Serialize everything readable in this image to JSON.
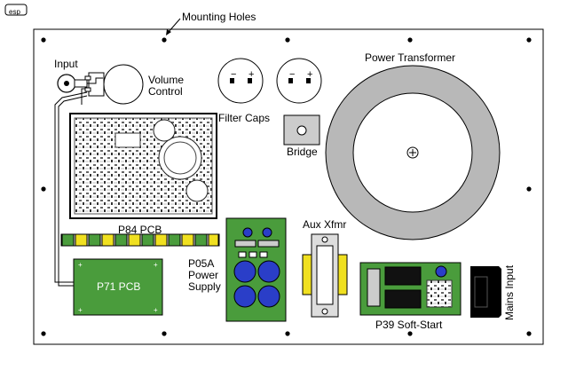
{
  "labels": {
    "logo": "esp",
    "mounting_holes": "Mounting Holes",
    "input": "Input",
    "volume_control": [
      "Volume",
      "Control"
    ],
    "filter_caps": "Filter Caps",
    "bridge": "Bridge",
    "power_transformer": "Power Transformer",
    "p84_pcb": "P84 PCB",
    "p71_pcb": "P71 PCB",
    "p05a": [
      "P05A",
      "Power",
      "Supply"
    ],
    "aux_xfmr": "Aux Xfmr",
    "p39": "P39 Soft-Start",
    "mains_input": "Mains Input"
  },
  "symbols": {
    "minus": "−",
    "plus": "+"
  },
  "colors": {
    "panel": "#ffffff",
    "pcb_green": "#4a9c3c",
    "transformer_ring": "#b8b8b8",
    "cap_blue": "#2a3ec8",
    "aux_yellow": "#f0e020",
    "relay_black": "#111111",
    "mains_black": "#000000"
  }
}
